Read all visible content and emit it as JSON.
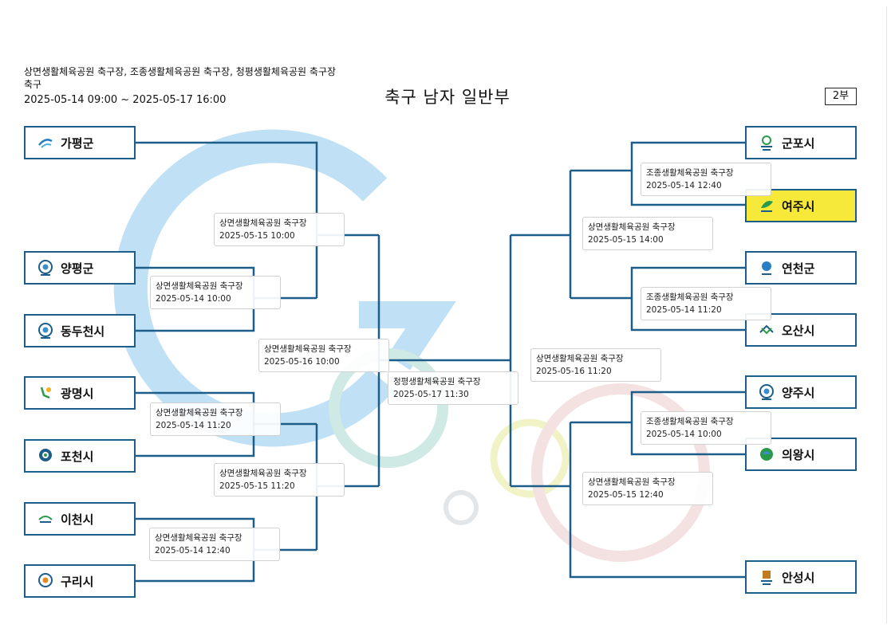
{
  "header": {
    "venues_line1": "상면생활체육공원 축구장, 조종생활체육공원 축구장, 청평생활체육공원 축구장",
    "venues_line2": "축구",
    "date_range": "2025-05-14 09:00 ~ 2025-05-17 16:00",
    "title": "축구 남자 일반부",
    "division": "2부"
  },
  "colors": {
    "line": "#1d5d8a",
    "highlight": "#f7e93a"
  },
  "left_teams": [
    {
      "name": "가평군",
      "icon": "gapyeong-emblem-icon"
    },
    {
      "name": "양평군",
      "icon": "yangpyeong-emblem-icon"
    },
    {
      "name": "동두천시",
      "icon": "dongducheon-emblem-icon"
    },
    {
      "name": "광명시",
      "icon": "gwangmyeong-emblem-icon"
    },
    {
      "name": "포천시",
      "icon": "pocheon-emblem-icon"
    },
    {
      "name": "이천시",
      "icon": "icheon-emblem-icon"
    },
    {
      "name": "구리시",
      "icon": "guri-emblem-icon"
    }
  ],
  "right_teams": [
    {
      "name": "군포시",
      "icon": "gunpo-emblem-icon"
    },
    {
      "name": "여주시",
      "icon": "yeoju-emblem-icon",
      "highlighted": true
    },
    {
      "name": "연천군",
      "icon": "yeoncheon-emblem-icon"
    },
    {
      "name": "오산시",
      "icon": "osan-emblem-icon"
    },
    {
      "name": "양주시",
      "icon": "yangju-emblem-icon"
    },
    {
      "name": "의왕시",
      "icon": "uiwang-emblem-icon"
    },
    {
      "name": "안성시",
      "icon": "anseong-emblem-icon"
    }
  ],
  "matches": {
    "l1_a": {
      "venue": "상면생활체육공원 축구장",
      "time": "2025-05-14 10:00"
    },
    "l1_b": {
      "venue": "상면생활체육공원 축구장",
      "time": "2025-05-14 11:20"
    },
    "l1_c": {
      "venue": "상면생활체육공원 축구장",
      "time": "2025-05-14 12:40"
    },
    "l2_a": {
      "venue": "상면생활체육공원 축구장",
      "time": "2025-05-15 10:00"
    },
    "l2_b": {
      "venue": "상면생활체육공원 축구장",
      "time": "2025-05-15 11:20"
    },
    "l3": {
      "venue": "상면생활체육공원 축구장",
      "time": "2025-05-16 10:00"
    },
    "final": {
      "venue": "청평생활체육공원 축구장",
      "time": "2025-05-17 11:30"
    },
    "r3": {
      "venue": "상면생활체육공원 축구장",
      "time": "2025-05-16 11:20"
    },
    "r2_a": {
      "venue": "상면생활체육공원 축구장",
      "time": "2025-05-15 14:00"
    },
    "r2_b": {
      "venue": "상면생활체육공원 축구장",
      "time": "2025-05-15 12:40"
    },
    "r1_a": {
      "venue": "조종생활체육공원 축구장",
      "time": "2025-05-14 12:40"
    },
    "r1_b": {
      "venue": "조종생활체육공원 축구장",
      "time": "2025-05-14 11:20"
    },
    "r1_c": {
      "venue": "조종생활체육공원 축구장",
      "time": "2025-05-14 10:00"
    }
  }
}
